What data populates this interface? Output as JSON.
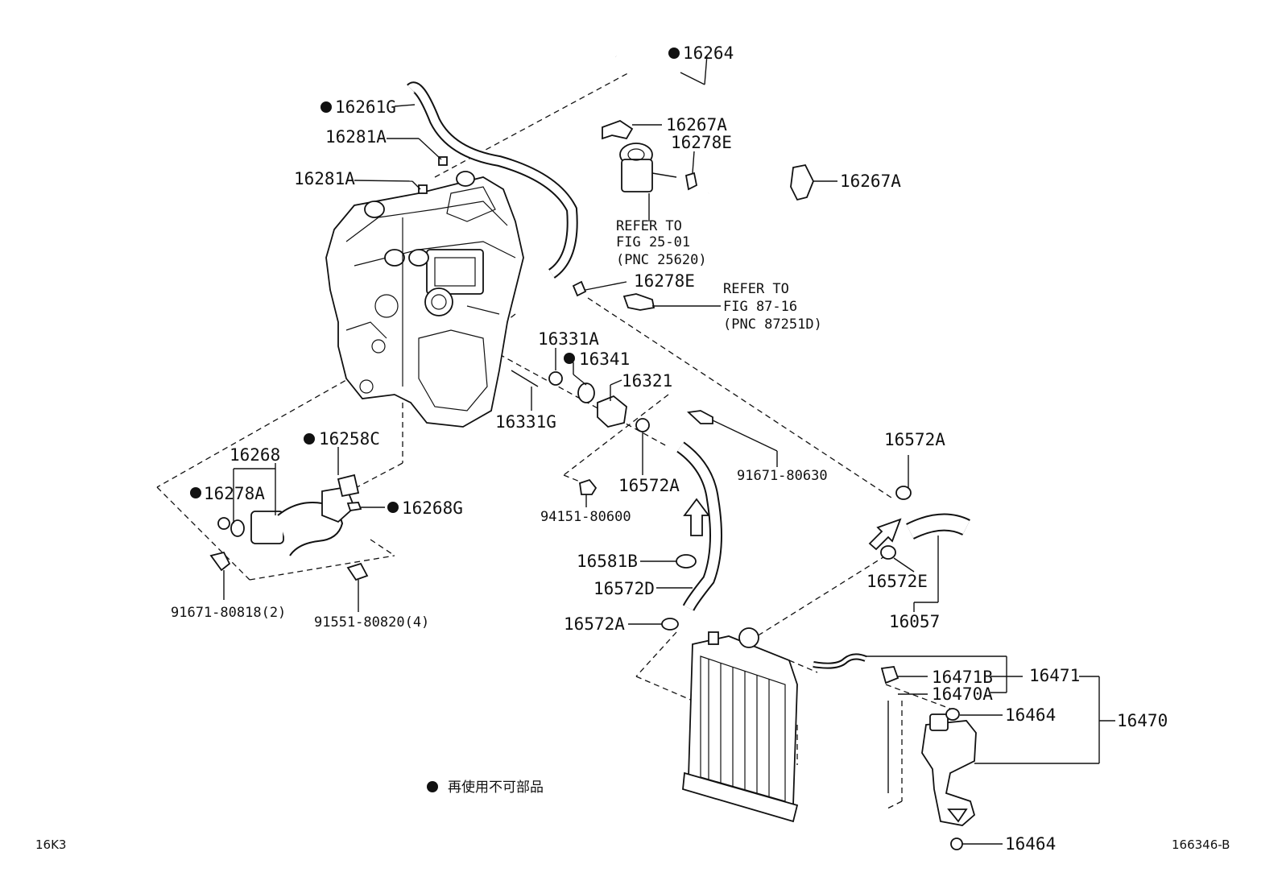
{
  "labels": {
    "p16264": "16264",
    "p16261G": "16261G",
    "p16281A_1": "16281A",
    "p16281A_2": "16281A",
    "p16267A_1": "16267A",
    "p16278E_1": "16278E",
    "p16267A_2": "16267A",
    "p16278E_2": "16278E",
    "p16331A": "16331A",
    "p16341": "16341",
    "p16321": "16321",
    "p16331G": "16331G",
    "p16258C": "16258C",
    "p16268": "16268",
    "p16278A": "16278A",
    "p16268G": "16268G",
    "p91671_80818": "91671-80818(2)",
    "p91551_80820": "91551-80820(4)",
    "p94151_80600": "94151-80600",
    "p16572A_1": "16572A",
    "p91671_80630": "91671-80630",
    "p16572A_2": "16572A",
    "p16581B": "16581B",
    "p16572D": "16572D",
    "p16572A_3": "16572A",
    "p16572E": "16572E",
    "p16057": "16057",
    "p16471B": "16471B",
    "p16470A": "16470A",
    "p16471": "16471",
    "p16464_1": "16464",
    "p16470": "16470",
    "p16464_2": "16464"
  },
  "references": {
    "ref1_line1": "REFER TO",
    "ref1_line2": "FIG 25-01",
    "ref1_line3": "(PNC 25620)",
    "ref2_line1": "REFER TO",
    "ref2_line2": "FIG 87-16",
    "ref2_line3": "(PNC 87251D)"
  },
  "legend": {
    "text": "再使用不可部品"
  },
  "footer": {
    "left_code": "16K3",
    "right_code": "166346-B"
  }
}
